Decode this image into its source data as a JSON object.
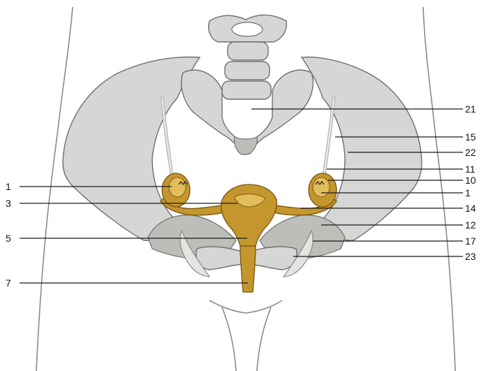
{
  "labels_left": [
    {
      "text": "1"
    },
    {
      "text": "3"
    },
    {
      "text": "5"
    },
    {
      "text": "7"
    }
  ],
  "labels_right": [
    {
      "text": "21"
    },
    {
      "text": "15"
    },
    {
      "text": "22"
    },
    {
      "text": "11"
    },
    {
      "text": "10"
    },
    {
      "text": "1"
    },
    {
      "text": "14"
    },
    {
      "text": "12"
    },
    {
      "text": "17"
    },
    {
      "text": "23"
    }
  ],
  "colors": {
    "bone": "#d6d6d4",
    "organ": "#c4962e",
    "leader": "#1a1a1a"
  }
}
